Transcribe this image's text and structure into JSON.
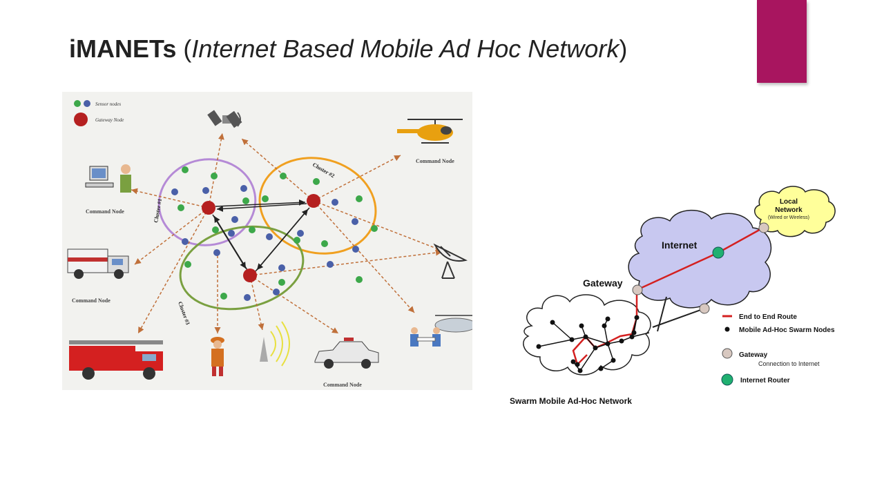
{
  "slide": {
    "title_bold": "iMANETs",
    "title_open": "(",
    "title_italic": "Internet Based Mobile Ad Hoc Network",
    "title_close": ")",
    "accent_color": "#a8155f"
  },
  "left_diagram": {
    "legend": {
      "sensor": "Sensor nodes",
      "gateway": "Gateway Node"
    },
    "clusters": [
      "Cluster #1",
      "Cluster #2",
      "Cluster #3"
    ],
    "command_labels": {
      "helicopter": "Command Node",
      "computer": "Command Node",
      "ambulance": "Command Node",
      "police": "Command Node"
    },
    "colors": {
      "gateway": "#b52020",
      "sensor_green": "#3da84a",
      "sensor_blue": "#4a60a8",
      "cluster1": "#b58ad6",
      "cluster2": "#f0a020",
      "cluster3": "#7aa040",
      "arrow": "#c0703a"
    }
  },
  "right_diagram": {
    "local_network_title": "Local",
    "local_network_title2": "Network",
    "local_network_sub": "(Wired or Wireless)",
    "internet_label": "Internet",
    "gateway_label": "Gateway",
    "swarm_label": "Swarm Mobile Ad-Hoc Network",
    "legend": {
      "route": "End to End Route",
      "swarm_nodes": "Mobile Ad-Hoc Swarm Nodes",
      "gateway": "Gateway",
      "gateway_sub": "Connection to Internet",
      "router": "Internet Router"
    },
    "colors": {
      "route": "#d42020",
      "internet_cloud": "#c8c8f0",
      "local_cloud": "#ffff9a",
      "router": "#20b070",
      "gateway": "#d8c8c0"
    }
  }
}
